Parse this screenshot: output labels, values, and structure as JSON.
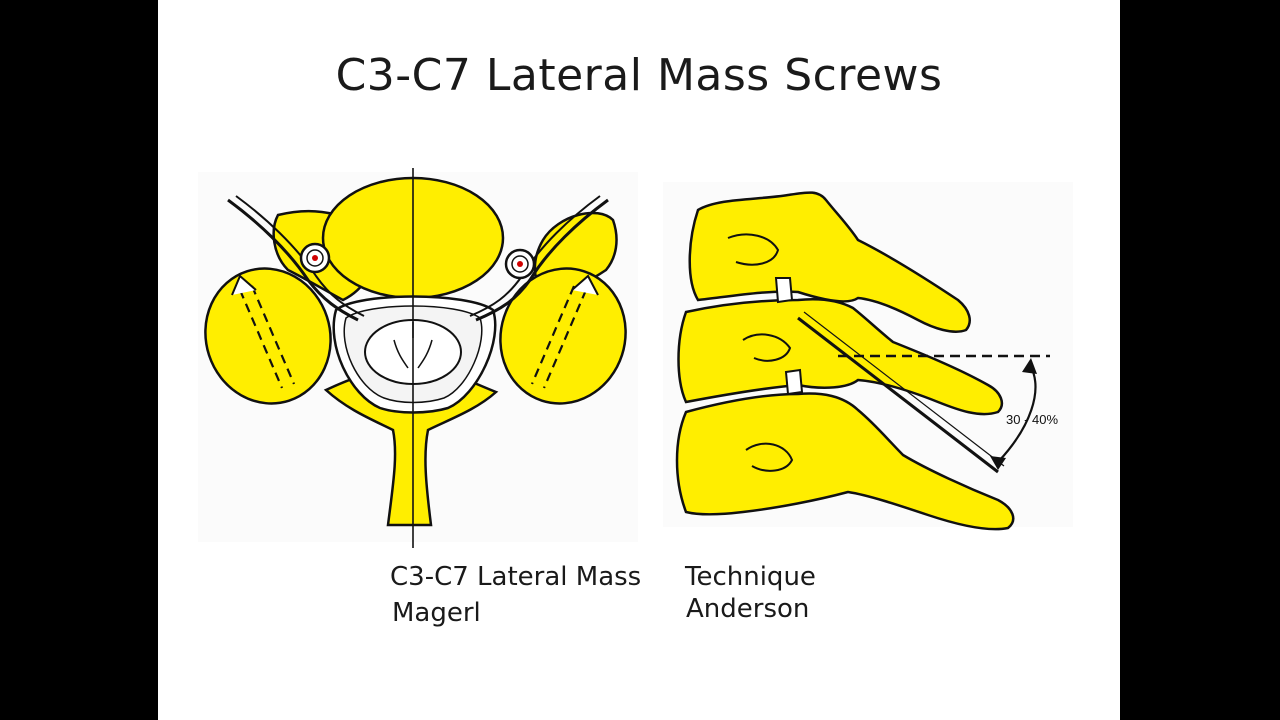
{
  "slide": {
    "title": "C3-C7 Lateral Mass Screws",
    "caption_left": "C3-C7 Lateral Mass",
    "caption_right": "Technique",
    "caption_magerl": "Magerl",
    "caption_anderson": "Anderson",
    "angle_label": "30 - 40%"
  },
  "colors": {
    "bone_fill": "#ffee00",
    "outline": "#111111",
    "background": "#ffffff",
    "letterbox": "#000000"
  }
}
